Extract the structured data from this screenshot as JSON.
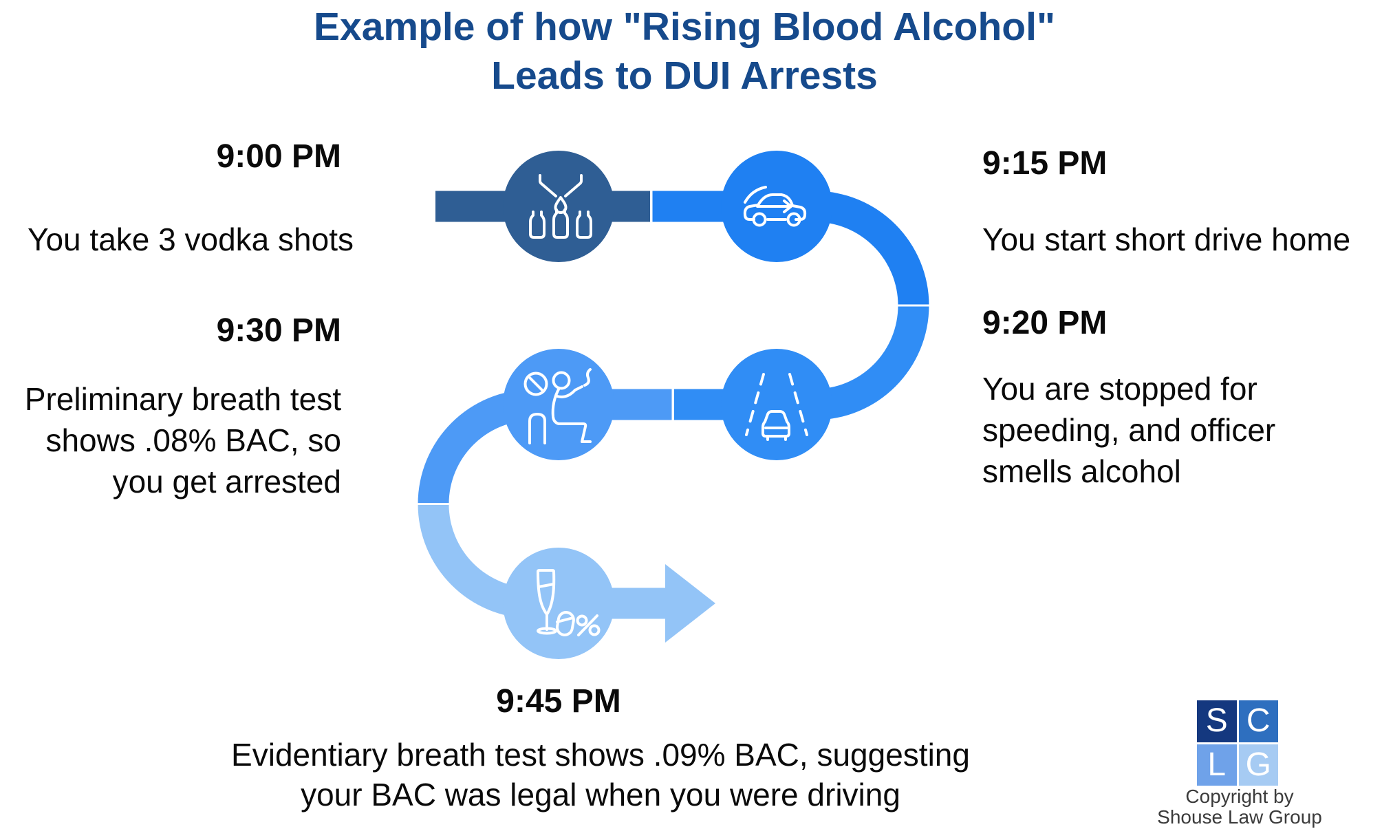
{
  "title": {
    "line1": "Example of how \"Rising Blood Alcohol\"",
    "line2": "Leads to DUI Arrests"
  },
  "steps": [
    {
      "time": "9:00 PM",
      "lines": [
        "You take 3 vodka shots"
      ],
      "icon": "vodka-shots-icon",
      "color": "#2f5e94"
    },
    {
      "time": "9:15 PM",
      "lines": [
        "You start short drive home"
      ],
      "icon": "car-drive-icon",
      "color": "#1f80f2"
    },
    {
      "time": "9:20 PM",
      "lines": [
        "You are stopped for",
        "speeding, and officer",
        "smells alcohol"
      ],
      "icon": "road-speeding-icon",
      "color": "#308df5"
    },
    {
      "time": "9:30 PM",
      "lines": [
        "Preliminary breath test",
        "shows .08% BAC, so",
        "you get arrested"
      ],
      "icon": "breath-test-icon",
      "color": "#4d9af6"
    },
    {
      "time": "9:45 PM",
      "lines": [
        "Evidentiary breath test shows .09% BAC, suggesting",
        "your BAC was legal when you were driving"
      ],
      "icon": "bac-result-icon",
      "color": "#93c4f7"
    }
  ],
  "colors": {
    "title": "#164a8c",
    "segment_1": "#2f5e94",
    "segment_2": "#1f80f2",
    "segment_3": "#308df5",
    "segment_4": "#4d9af6",
    "segment_5": "#93c4f7",
    "body_text": "#0a0a0a",
    "background": "#ffffff"
  },
  "logo": {
    "letters": [
      "S",
      "C",
      "L",
      "G"
    ],
    "quadrant_colors": [
      "#14387f",
      "#2e6fbf",
      "#6fa2e9",
      "#a6cbf3"
    ],
    "copyright": [
      "Copyright by",
      "Shouse Law Group"
    ],
    "text_color": "#3b3b3b"
  }
}
